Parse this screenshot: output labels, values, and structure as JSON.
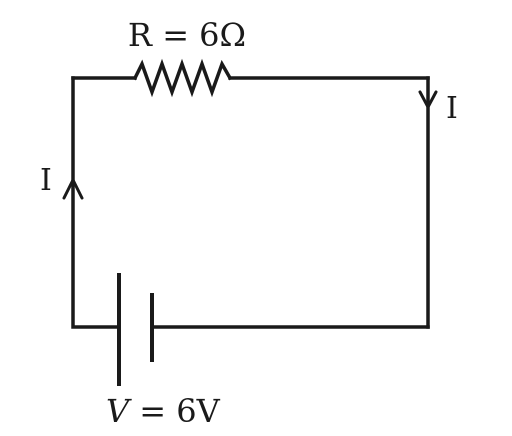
{
  "circuit": {
    "resistor_label": "R = 6Ω",
    "battery_label": {
      "symbol": "V",
      "rest": " = 6V"
    },
    "current_label_left": "I",
    "current_label_right": "I",
    "line_color": "#1a1a1a"
  }
}
